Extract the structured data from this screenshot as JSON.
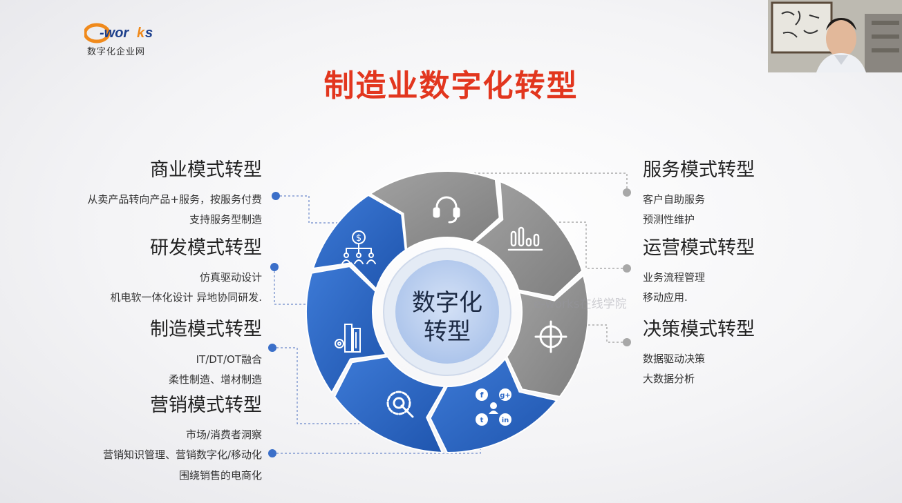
{
  "logo": {
    "brand": "e-works",
    "subtitle": "数字化企业网"
  },
  "title": "制造业数字化转型",
  "center": {
    "line1": "数字化",
    "line2": "转型"
  },
  "watermark": "e-works在线学院",
  "colors": {
    "title": "#e2361e",
    "blue": "#2f6ac8",
    "gray": "#8c8c8c",
    "center": "#bcd0ef"
  },
  "left_sections": [
    {
      "title": "商业模式转型",
      "lines": [
        "从卖产品转向产品+服务，按服务付费",
        "支持服务型制造"
      ]
    },
    {
      "title": "研发模式转型",
      "lines": [
        "仿真驱动设计",
        "机电软一体化设计 异地协同研发."
      ]
    },
    {
      "title": "制造模式转型",
      "lines": [
        "IT/DT/OT融合",
        "柔性制造、增材制造"
      ]
    },
    {
      "title": "营销模式转型",
      "lines": [
        "市场/消费者洞察",
        "营销知识管理、营销数字化/移动化",
        "围绕销售的电商化"
      ]
    }
  ],
  "right_sections": [
    {
      "title": "服务模式转型",
      "lines": [
        "客户自助服务",
        "预测性维护"
      ]
    },
    {
      "title": "运营模式转型",
      "lines": [
        "业务流程管理",
        "移动应用."
      ]
    },
    {
      "title": "决策模式转型",
      "lines": [
        "数据驱动决策",
        "大数据分析"
      ]
    }
  ],
  "segment_icons": [
    "headset-icon",
    "bar-chart-icon",
    "crosshair-icon",
    "social-network-icon",
    "gear-wrench-icon",
    "factory-icon",
    "org-chart-icon"
  ]
}
